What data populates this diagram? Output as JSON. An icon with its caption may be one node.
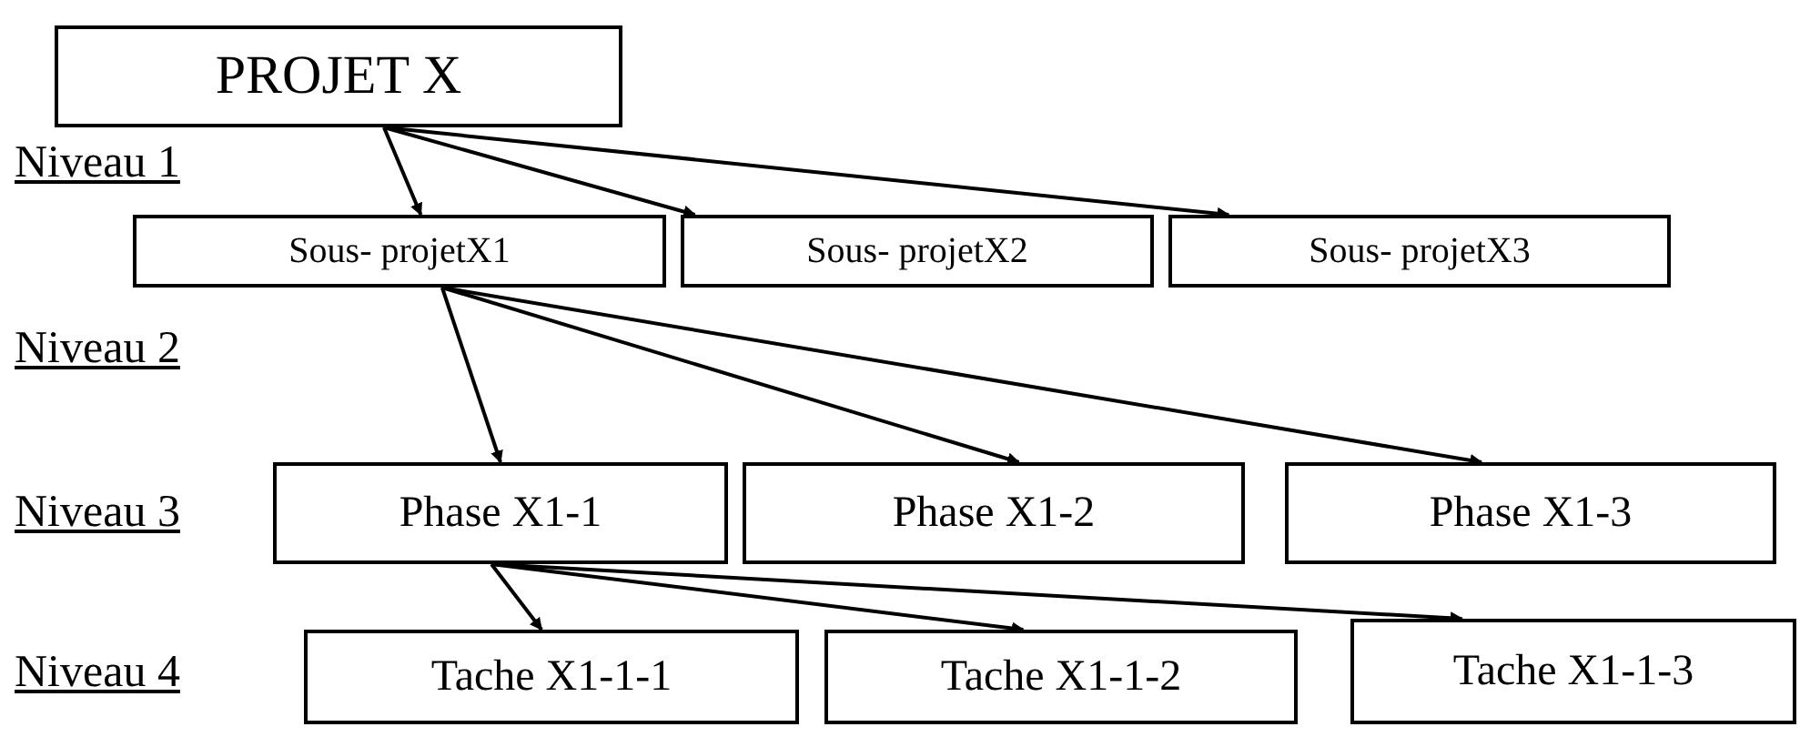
{
  "diagram": {
    "nodes": [
      {
        "text": [
          "PROJET  X"
        ]
      },
      {
        "text": [
          "Sous- projetX1"
        ]
      },
      {
        "text": [
          "Sous- projetX2"
        ]
      },
      {
        "text": [
          "Sous- projetX3"
        ]
      },
      {
        "text": [
          "Phase X1-1"
        ]
      },
      {
        "text": [
          "Phase X1-2"
        ]
      },
      {
        "text": [
          "Phase X1-3"
        ]
      },
      {
        "text": [
          "Tache X1-1-1"
        ]
      },
      {
        "text": [
          "Tache X1-1-2"
        ]
      },
      {
        "text": [
          "Tache X1-1-3"
        ]
      }
    ],
    "edges": [
      {
        "from": 0,
        "to": 1,
        "arrow": "to"
      },
      {
        "from": 0,
        "to": 2,
        "arrow": "to"
      },
      {
        "from": 0,
        "to": 3,
        "arrow": "to"
      },
      {
        "from": 1,
        "to": 4,
        "arrow": "to"
      },
      {
        "from": 1,
        "to": 5,
        "arrow": "to"
      },
      {
        "from": 1,
        "to": 6,
        "arrow": "to"
      },
      {
        "from": 4,
        "to": 7,
        "arrow": "to"
      },
      {
        "from": 4,
        "to": 8,
        "arrow": "to"
      },
      {
        "from": 4,
        "to": 9,
        "arrow": "to"
      }
    ],
    "labels": [
      "Niveau 1",
      "Niveau 2",
      "Niveau 3",
      "Niveau 4"
    ]
  }
}
